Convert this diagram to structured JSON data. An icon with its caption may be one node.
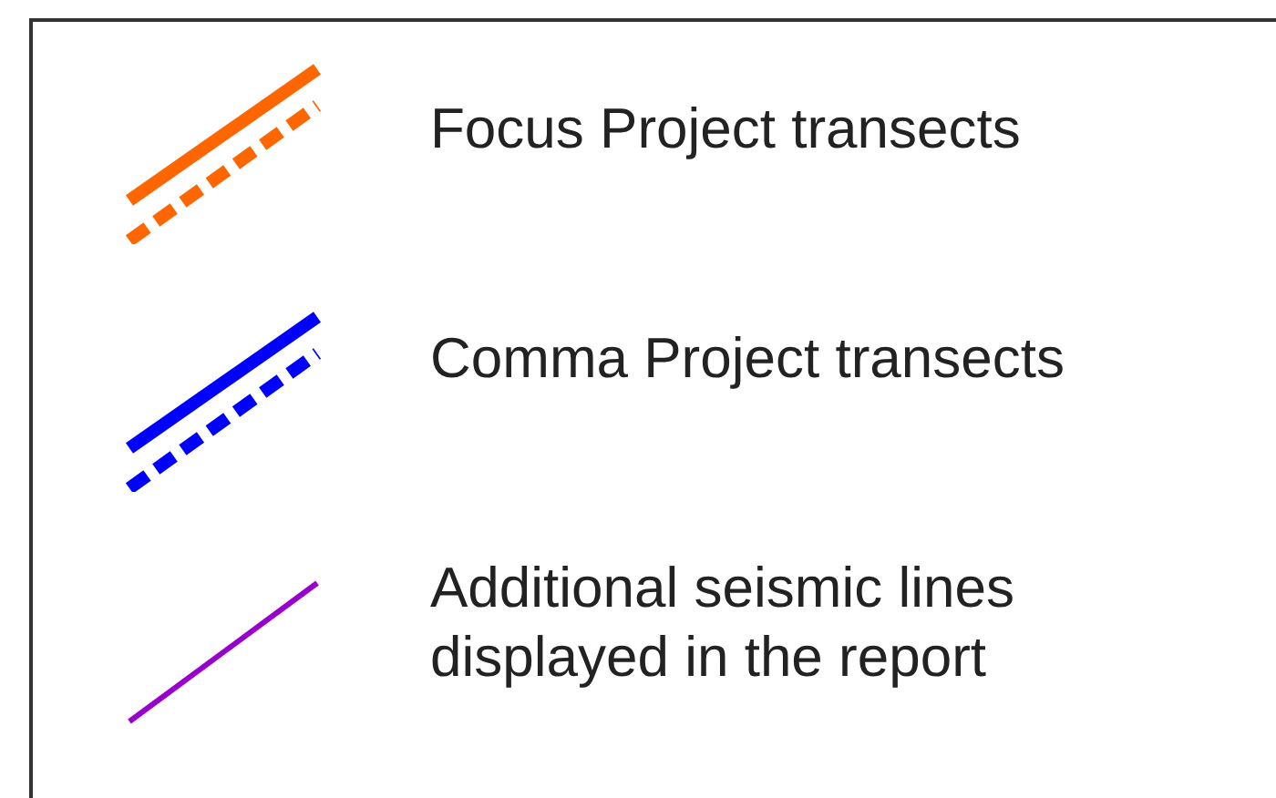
{
  "diagram": {
    "legend": [
      {
        "text": "Focus Project transects"
      },
      {
        "text": "Comma Project transects"
      },
      {
        "text": "Additional seismic lines displayed in the report"
      }
    ]
  }
}
